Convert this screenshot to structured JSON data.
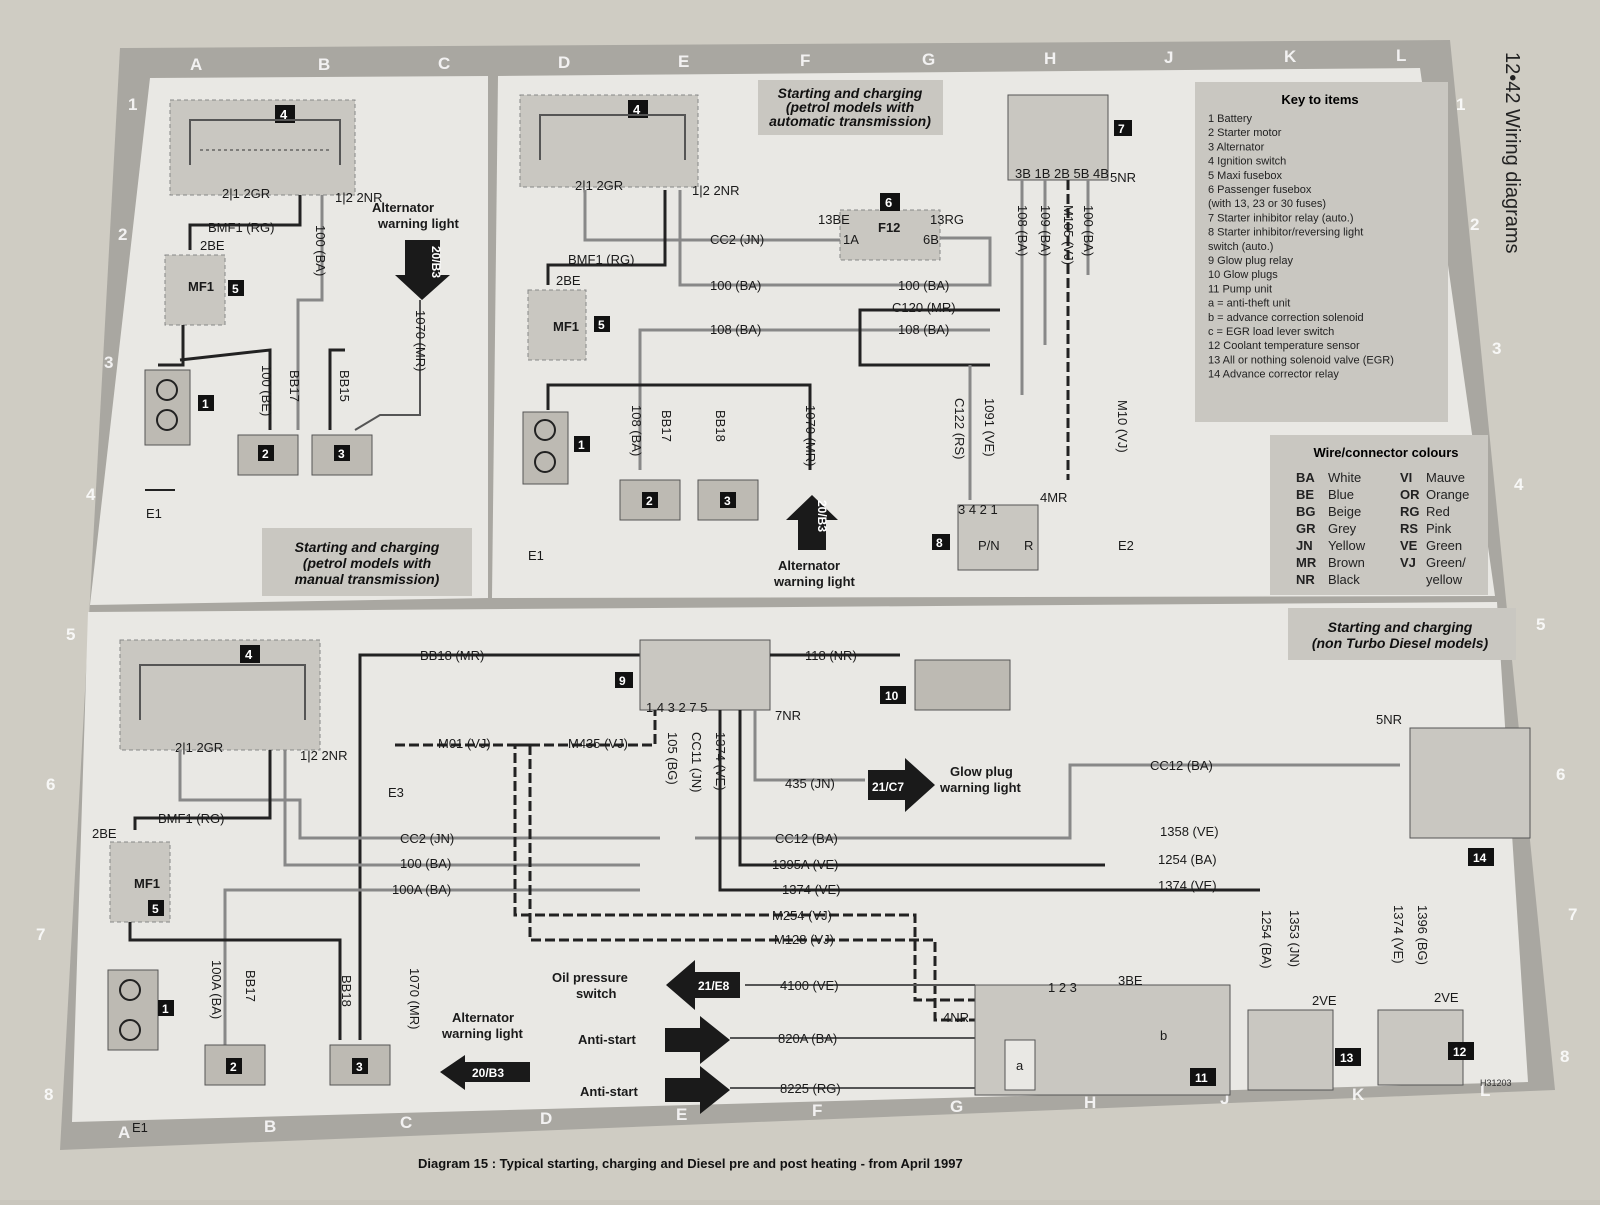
{
  "page": {
    "heading": "12•42  Wiring diagrams",
    "caption": "Diagram 15 : Typical starting, charging and Diesel pre and post heating - from April 1997",
    "ref_code": "H31203"
  },
  "grid": {
    "cols": [
      "A",
      "B",
      "C",
      "D",
      "E",
      "F",
      "G",
      "H",
      "J",
      "K",
      "L"
    ],
    "rows": [
      "1",
      "2",
      "3",
      "4",
      "5",
      "6",
      "7",
      "8"
    ]
  },
  "panel_manual": {
    "title_l1": "Starting and charging",
    "title_l2": "(petrol models with",
    "title_l3": "manual transmission)",
    "ign_num": "4",
    "ign_pins": "2|1  2GR",
    "nr_label": "1|2  2NR",
    "bmf1": "BMF1 (RG)",
    "be2": "2BE",
    "mf1": "MF1",
    "n5": "5",
    "n1": "1",
    "n2": "2",
    "n3": "3",
    "w100ba": "100 (BA)",
    "w100be": "100 (BE)",
    "bb17": "BB17",
    "bb15": "BB15",
    "w1070": "1070 (MR)",
    "alt_warning_l1": "Alternator",
    "alt_warning_l2": "warning light",
    "ref20b3": "20/B3",
    "e1": "E1"
  },
  "panel_auto": {
    "title_l1": "Starting and charging",
    "title_l2": "(petrol models with",
    "title_l3": "automatic transmission)",
    "ign_num": "4",
    "ign_pins": "2|1  2GR",
    "nr_label": "1|2  2NR",
    "cc2": "CC2 (JN)",
    "n6": "6",
    "be13": "13BE",
    "f12": "F12",
    "rg13": "13RG",
    "a1": "1A",
    "b6": "6B",
    "w100ba": "100 (BA)",
    "bmf1": "BMF1 (RG)",
    "be2": "2BE",
    "mf1": "MF1",
    "n5": "5",
    "w108ba": "108 (BA)",
    "c120": "C120 (MR)",
    "bb17": "BB17",
    "bb18": "BB18",
    "w1070": "1070 (MR)",
    "n1": "1",
    "e1": "E1",
    "n2": "2",
    "n3": "3",
    "ref20b3": "20/B3",
    "alt_warning_l1": "Alternator",
    "alt_warning_l2": "warning light",
    "n7": "7",
    "relay_pins": "3B 1B 2B 5B 4B",
    "nr5": "5NR",
    "w108": "108 (BA)",
    "w109": "109 (BA)",
    "m105": "M105 (VJ)",
    "w100": "100 (BA)",
    "c122": "C122 (RS)",
    "w1091": "1091 (VE)",
    "m10": "M10 (VJ)",
    "e2": "E2",
    "switch_pins": "3 4 2 1",
    "mr4": "4MR",
    "pn": "P/N",
    "r": "R",
    "n8": "8"
  },
  "key": {
    "heading": "Key to items",
    "items": [
      "1  Battery",
      "2  Starter motor",
      "3  Alternator",
      "4  Ignition switch",
      "5  Maxi fusebox",
      "6  Passenger fusebox",
      "    (with 13, 23 or 30 fuses)",
      "7  Starter inhibitor relay (auto.)",
      "8  Starter inhibitor/reversing light",
      "    switch (auto.)",
      "9  Glow plug relay",
      "10  Glow plugs",
      "11  Pump unit",
      "      a = anti-theft unit",
      "      b = advance correction solenoid",
      "      c = EGR load lever switch",
      "12  Coolant temperature sensor",
      "13  All or nothing solenoid valve (EGR)",
      "14  Advance corrector relay"
    ]
  },
  "colours": {
    "heading": "Wire/connector colours",
    "rows": [
      [
        "BA",
        "White",
        "VI",
        "Mauve"
      ],
      [
        "BE",
        "Blue",
        "OR",
        "Orange"
      ],
      [
        "BG",
        "Beige",
        "RG",
        "Red"
      ],
      [
        "GR",
        "Grey",
        "RS",
        "Pink"
      ],
      [
        "JN",
        "Yellow",
        "VE",
        "Green"
      ],
      [
        "MR",
        "Brown",
        "VJ",
        "Green/"
      ],
      [
        "NR",
        "Black",
        "",
        "yellow"
      ]
    ]
  },
  "panel_diesel": {
    "title_l1": "Starting and charging",
    "title_l2": "(non Turbo Diesel models)",
    "ign_num": "4",
    "ign_pins": "2|1  2GR",
    "nr_label": "1|2  2NR",
    "bb18mr": "BB18 (MR)",
    "cc2": "CC2 (JN)",
    "bmf1": "BMF1 (RG)",
    "be2": "2BE",
    "w100": "100 (BA)",
    "w100a": "100A (BA)",
    "mf1": "MF1",
    "n5": "5",
    "n1": "1",
    "e1": "E1",
    "bb17": "BB17",
    "bb18": "BB18",
    "w1070": "1070 (MR)",
    "n2": "2",
    "n3": "3",
    "alt_warning_l1": "Alternator",
    "alt_warning_l2": "warning light",
    "ref20b3": "20/B3",
    "n9": "9",
    "relay_pins": "1 4 3 2 7 5",
    "nr7": "7NR",
    "w118": "118 (NR)",
    "n10": "10",
    "m01": "M01 (VJ)",
    "e3": "E3",
    "m435": "M435 (VJ)",
    "w105": "105 (BG)",
    "cc11": "CC11 (JN)",
    "w1374": "1374 (VE)",
    "w435": "435 (JN)",
    "ref21c7": "21/C7",
    "glow_warning_l1": "Glow plug",
    "glow_warning_l2": "warning light",
    "cc12": "CC12 (BA)",
    "w1395a": "1395A (VE)",
    "w1358": "1358 (VE)",
    "w1254": "1254 (BA)",
    "m254": "M254 (VJ)",
    "m128": "M128 (VJ)",
    "oil_l1": "Oil pressure",
    "oil_l2": "switch",
    "ref21e8": "21/E8",
    "w4100": "4100 (VE)",
    "anti_start": "Anti-start",
    "w820a": "820A (BA)",
    "w8225": "8225 (RG)",
    "pump_a": "a",
    "pump_b": "b",
    "pump_pins": "1 2 3",
    "be3": "3BE",
    "nr4": "4NR",
    "n11": "11",
    "n13": "13",
    "n12": "12",
    "ve2": "2VE",
    "w1353": "1353 (JN)",
    "w1396": "1396 (BG)",
    "nr5": "5NR",
    "n14": "14"
  }
}
